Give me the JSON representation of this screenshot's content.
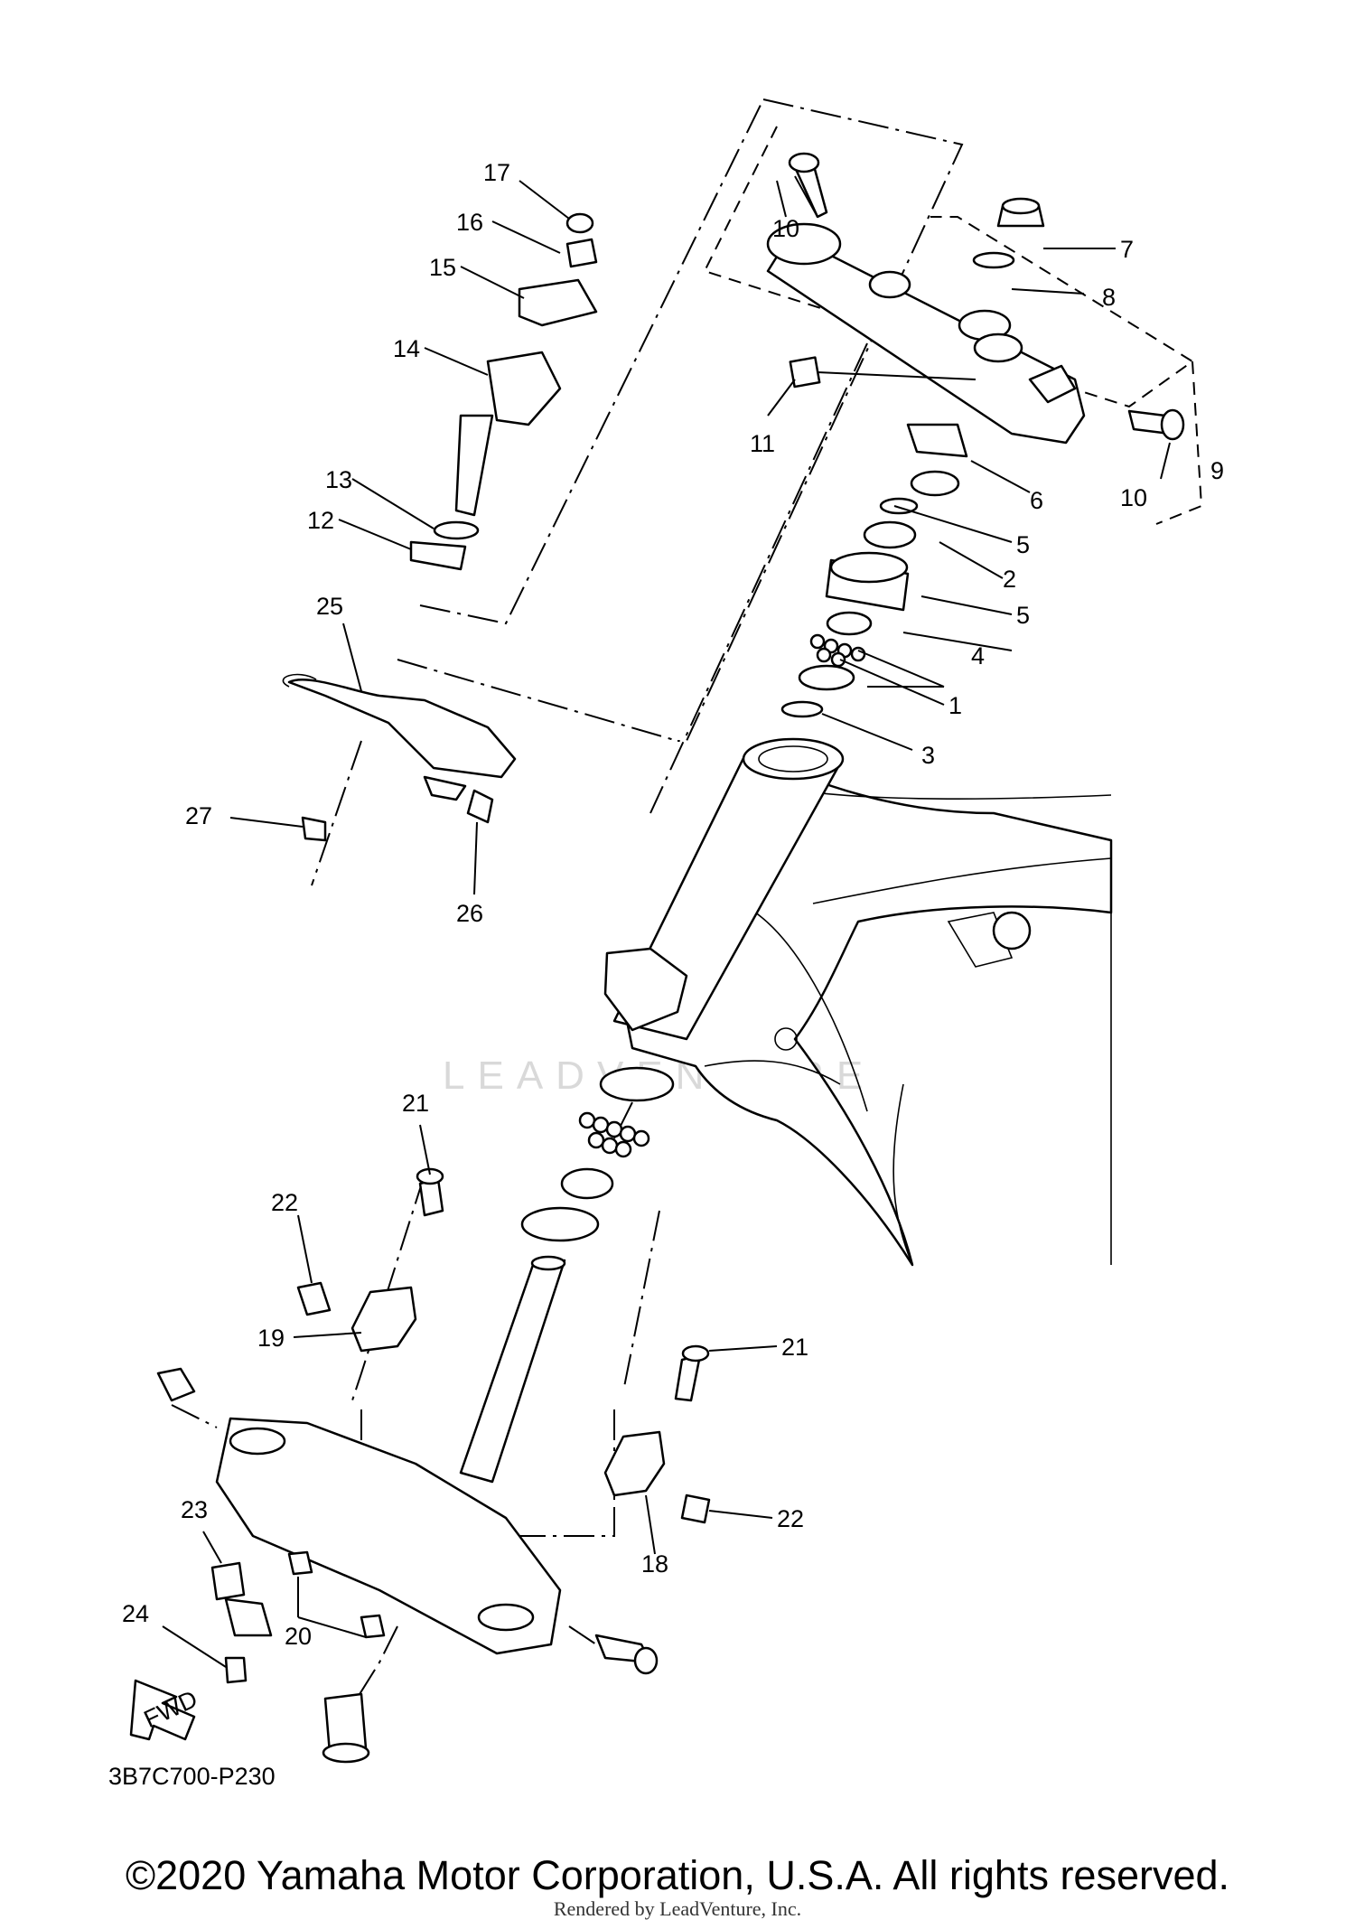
{
  "diagram": {
    "code": "3B7C700-P230",
    "fwd_label": "FWD",
    "watermark": "LEADVENTURE",
    "callouts": {
      "c1": "1",
      "c2": "2",
      "c3": "3",
      "c4": "4",
      "c5a": "5",
      "c5b": "5",
      "c6": "6",
      "c7": "7",
      "c8": "8",
      "c9": "9",
      "c10a": "10",
      "c10b": "10",
      "c11": "11",
      "c12": "12",
      "c13": "13",
      "c14": "14",
      "c15": "15",
      "c16": "16",
      "c17": "17",
      "c18": "18",
      "c19": "19",
      "c20": "20",
      "c21a": "21",
      "c21b": "21",
      "c22a": "22",
      "c22b": "22",
      "c23": "23",
      "c24": "24",
      "c25": "25",
      "c26": "26",
      "c27": "27"
    }
  },
  "footer": {
    "copyright": "©2020 Yamaha Motor Corporation, U.S.A. All rights reserved.",
    "rendered_by": "Rendered by LeadVenture, Inc."
  }
}
